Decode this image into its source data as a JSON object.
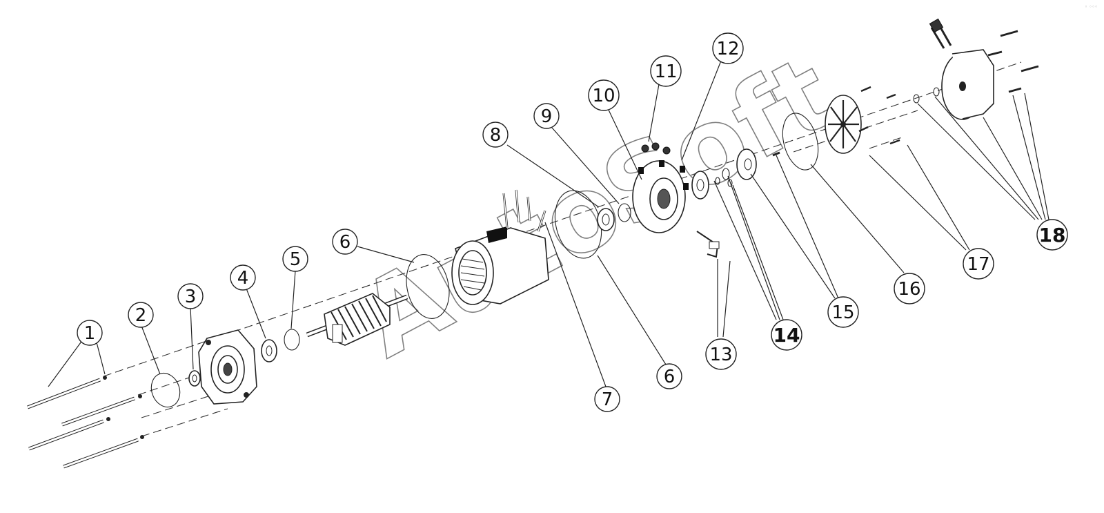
{
  "watermark": "AutoSoft",
  "callouts": [
    "1",
    "2",
    "3",
    "4",
    "5",
    "6",
    "6",
    "7",
    "8",
    "9",
    "10",
    "11",
    "12",
    "13",
    "14",
    "15",
    "16",
    "17",
    "18"
  ],
  "icons": {
    "bolts": "long-bolt-icon",
    "rotor": "rotor-armature-icon",
    "stator": "stator-housing-icon",
    "end_shield_front": "front-end-shield-icon",
    "end_shield_rear": "rear-end-shield-icon",
    "fan_cover": "fan-cover-icon",
    "brake": "brake-disc-icon",
    "bearing": "bearing-icon",
    "ring": "seal-ring-icon",
    "fastener": "screw-icon"
  },
  "colors": {
    "line": "#222222",
    "background": "#ffffff"
  }
}
